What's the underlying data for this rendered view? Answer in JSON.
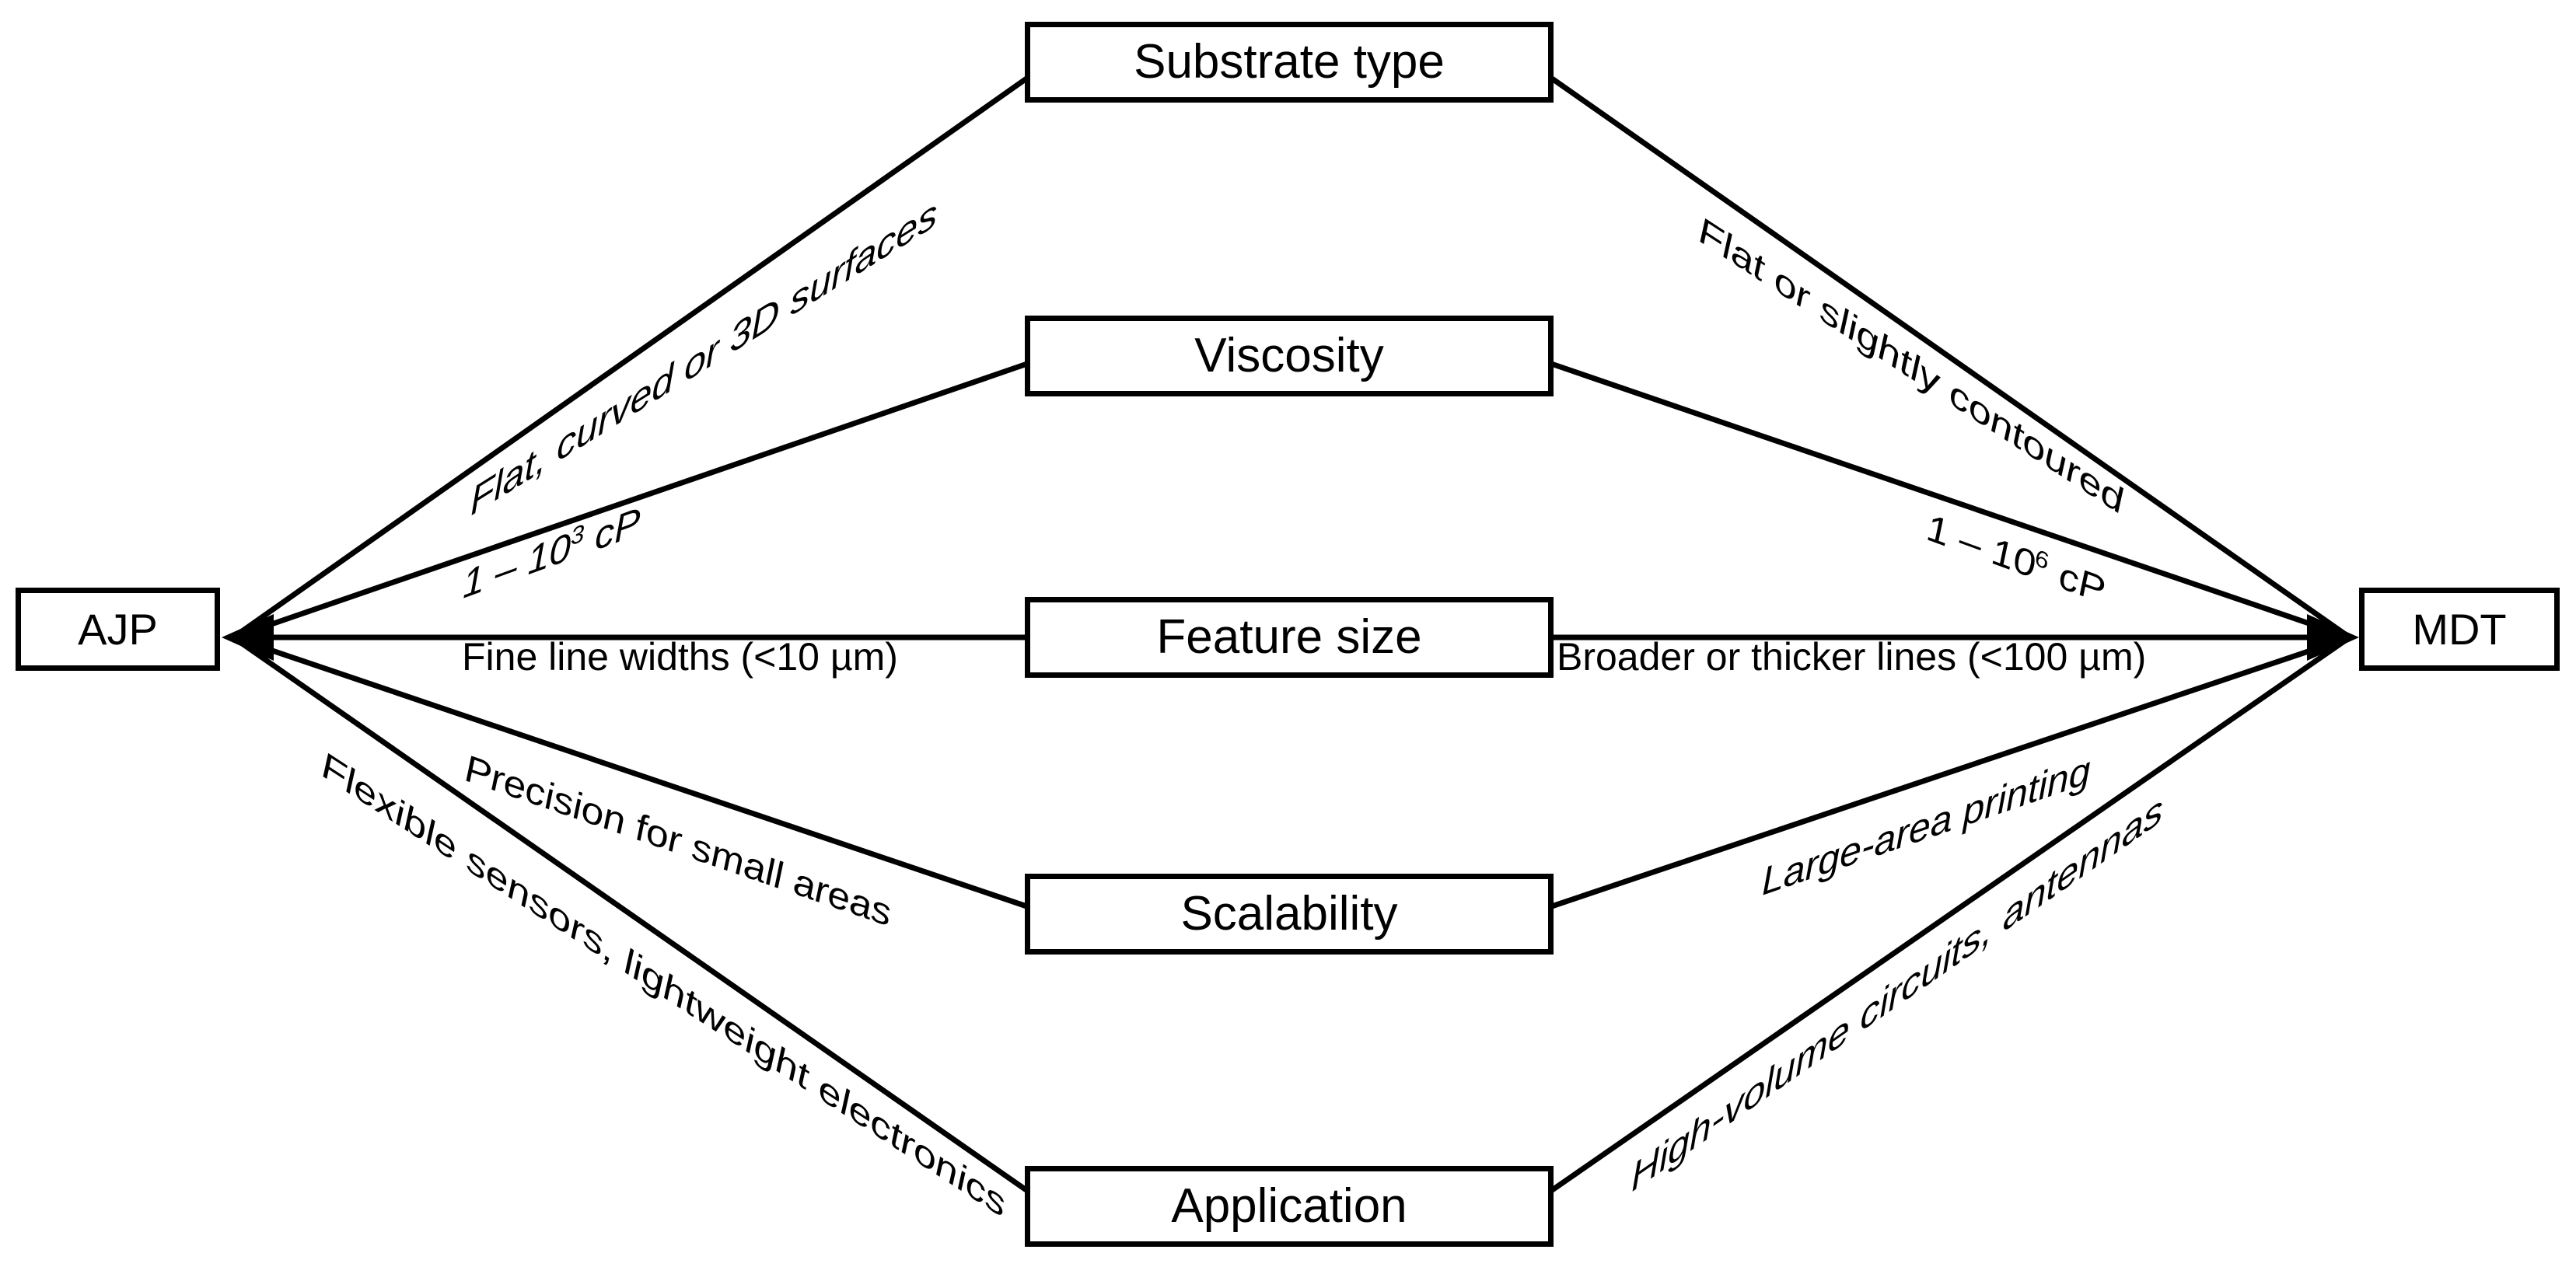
{
  "diagram": {
    "left_node": "AJP",
    "right_node": "MDT",
    "rows": [
      {
        "criterion": "Substrate type",
        "ajp": "Flat, curved or 3D surfaces",
        "mdt": "Flat or slightly contoured"
      },
      {
        "criterion": "Viscosity",
        "ajp_prefix": "1 – 10",
        "ajp_sup": "3",
        "ajp_suffix": " cP",
        "mdt_prefix": "1 – 10",
        "mdt_sup": "6",
        "mdt_suffix": " cP"
      },
      {
        "criterion": "Feature size",
        "ajp": "Fine line widths (<10 µm)",
        "mdt": "Broader or thicker lines (<100 µm)"
      },
      {
        "criterion": "Scalability",
        "ajp": "Precision for small areas",
        "mdt": "Large-area printing"
      },
      {
        "criterion": "Application",
        "ajp": "Flexible sensors, lightweight electronics",
        "mdt": "High-volume circuits, antennas"
      }
    ],
    "colors": {
      "line": "#000000",
      "background": "#ffffff",
      "text": "#000000"
    }
  }
}
